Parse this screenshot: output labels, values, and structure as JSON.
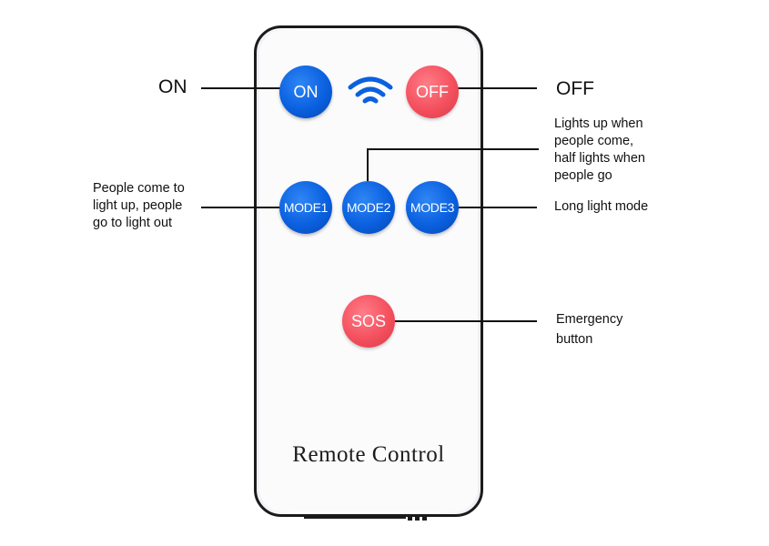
{
  "buttons": {
    "on": "ON",
    "off": "OFF",
    "mode1": "MODE1",
    "mode2": "MODE2",
    "mode3": "MODE3",
    "sos": "SOS"
  },
  "icons": {
    "signal": "wifi-icon"
  },
  "brand_label": "Remote Control",
  "callouts": {
    "on": "ON",
    "off": "OFF",
    "mode1": [
      "People come to",
      "light up, people",
      "go to light out"
    ],
    "mode2": [
      "Lights up when",
      "people come,",
      "half lights when",
      "people go"
    ],
    "mode3": "Long light mode",
    "sos": [
      "Emergency",
      "button"
    ]
  },
  "colors": {
    "blue_button": "#0a60df",
    "red_button": "#f4505e",
    "body_outline": "#1b1b1b"
  }
}
